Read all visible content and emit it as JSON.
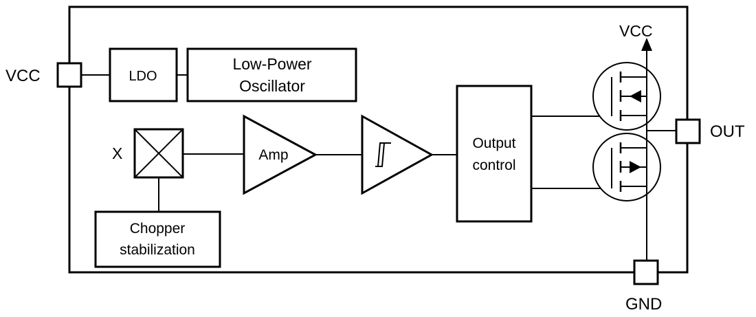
{
  "pins": {
    "vcc_in": "VCC",
    "vcc_out": "VCC",
    "out": "OUT",
    "gnd": "GND"
  },
  "blocks": {
    "ldo": "LDO",
    "oscillator": [
      "Low-Power",
      "Oscillator"
    ],
    "hall_label": "X",
    "chopper": [
      "Chopper",
      "stabilization"
    ],
    "amp": "Amp",
    "output_control": [
      "Output",
      "control"
    ]
  }
}
